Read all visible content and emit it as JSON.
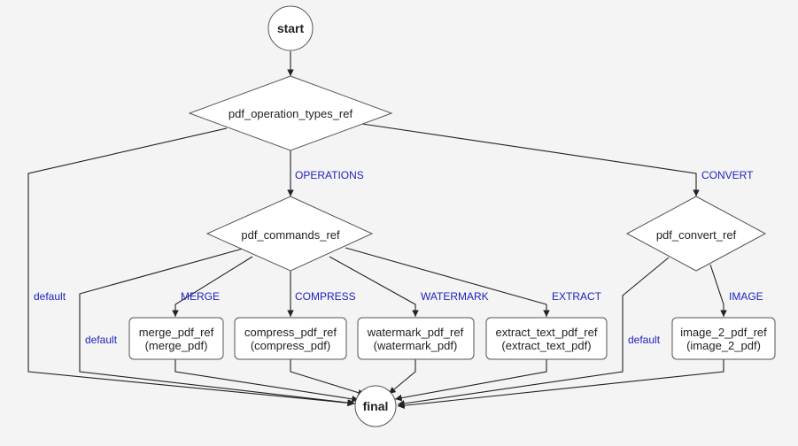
{
  "colors": {
    "background": "#f4f4f4",
    "edge_label": "#1c1fc2",
    "node_fill": "#ffffff",
    "node_stroke": "#555555",
    "line": "#222222"
  },
  "nodes": {
    "start": {
      "label": "start"
    },
    "final": {
      "label": "final"
    },
    "pdf_operation_types_ref": {
      "label": "pdf_operation_types_ref"
    },
    "pdf_commands_ref": {
      "label": "pdf_commands_ref"
    },
    "pdf_convert_ref": {
      "label": "pdf_convert_ref"
    },
    "merge_pdf_ref": {
      "line1": "merge_pdf_ref",
      "line2": "(merge_pdf)"
    },
    "compress_pdf_ref": {
      "line1": "compress_pdf_ref",
      "line2": "(compress_pdf)"
    },
    "watermark_pdf_ref": {
      "line1": "watermark_pdf_ref",
      "line2": "(watermark_pdf)"
    },
    "extract_text_pdf_ref": {
      "line1": "extract_text_pdf_ref",
      "line2": "(extract_text_pdf)"
    },
    "image_2_pdf_ref": {
      "line1": "image_2_pdf_ref",
      "line2": "(image_2_pdf)"
    }
  },
  "edges": {
    "operations": "OPERATIONS",
    "convert": "CONVERT",
    "default_types": "default",
    "merge": "MERGE",
    "compress": "COMPRESS",
    "watermark": "WATERMARK",
    "extract": "EXTRACT",
    "default_commands": "default",
    "image": "IMAGE",
    "default_convert": "default"
  }
}
